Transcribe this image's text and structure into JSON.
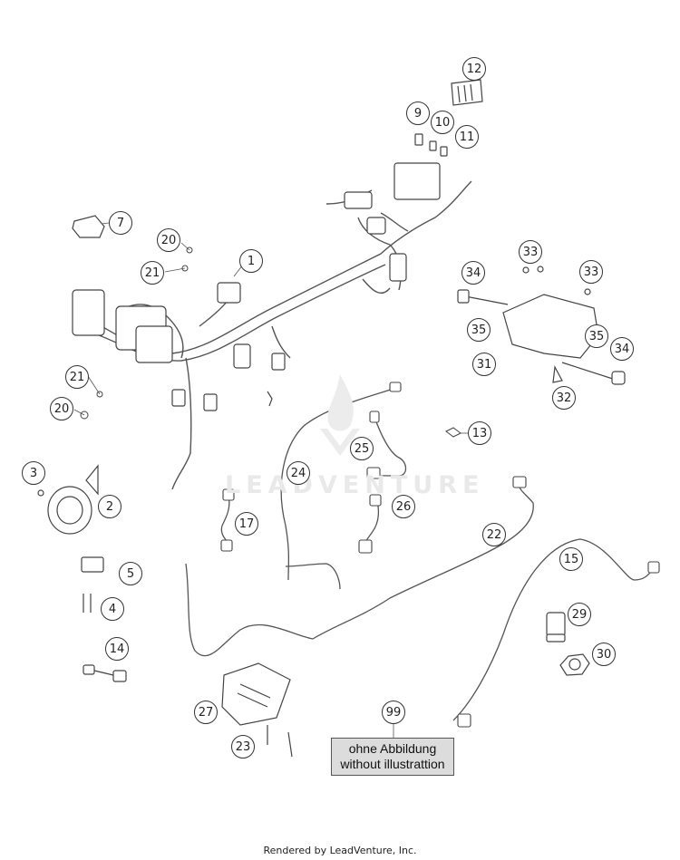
{
  "callouts": [
    "1",
    "2",
    "3",
    "4",
    "5",
    "7",
    "9",
    "10",
    "11",
    "12",
    "13",
    "14",
    "15",
    "17",
    "20",
    "20",
    "21",
    "21",
    "22",
    "23",
    "24",
    "25",
    "26",
    "27",
    "29",
    "30",
    "31",
    "32",
    "33",
    "33",
    "34",
    "34",
    "35",
    "35",
    "99"
  ],
  "note": {
    "line1": "ohne Abbildung",
    "line2": "without illustrattion"
  },
  "watermark": "LEADVENTURE",
  "footer": "Rendered by LeadVenture, Inc.",
  "colors": {
    "line": "#555555",
    "note_bg": "#dcdcdc",
    "watermark": "#e9e9e9"
  }
}
